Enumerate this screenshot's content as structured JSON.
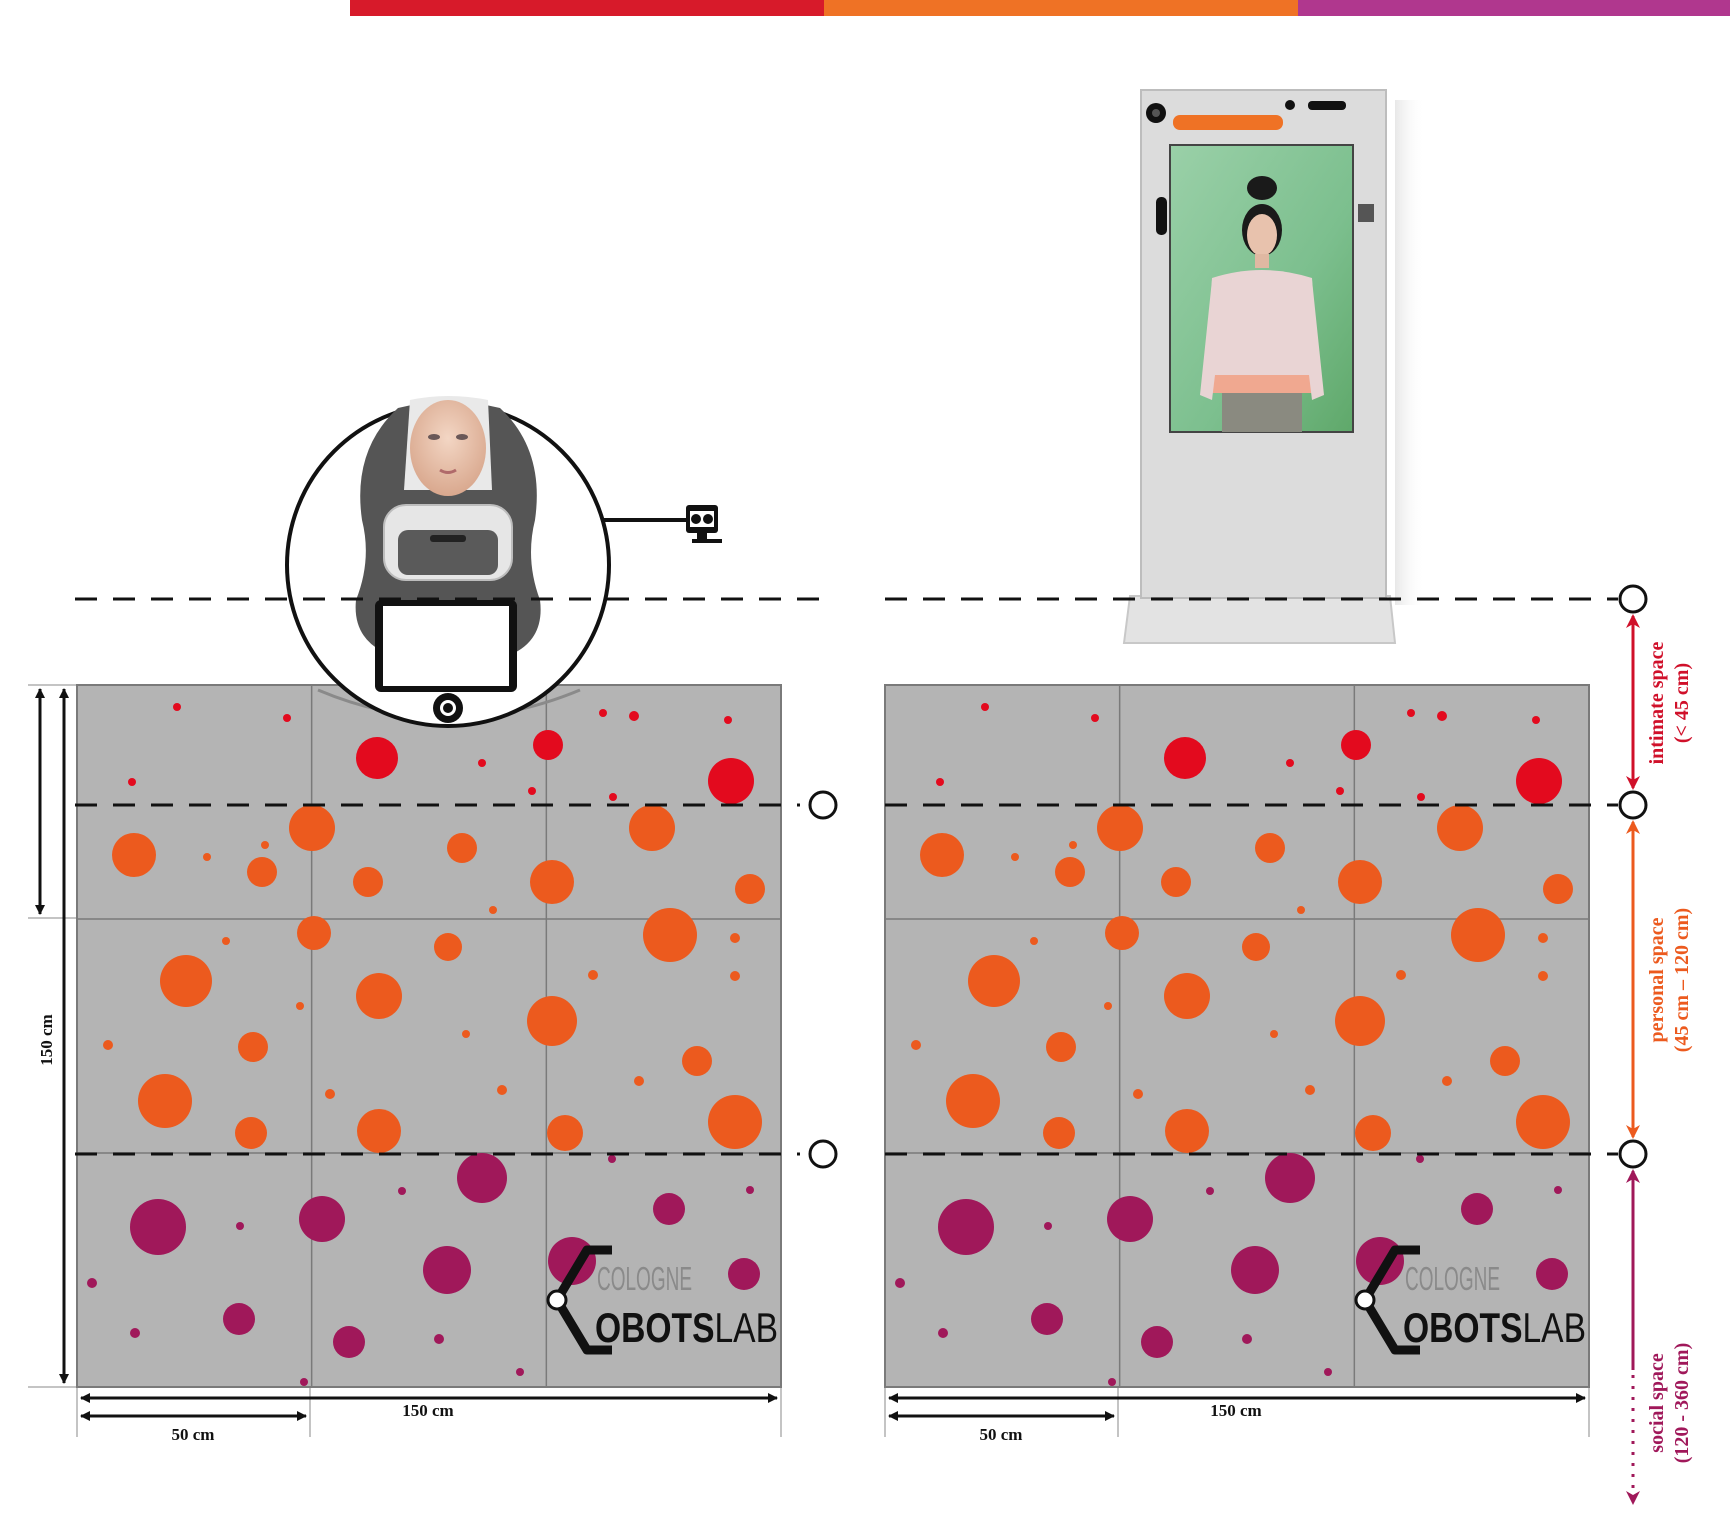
{
  "colors": {
    "intimate": "#e30a1e",
    "personal": "#ec5a1e",
    "social": "#a0185a",
    "floor": "#b4b4b4",
    "grid_line": "#7a7a7a",
    "bar_red": "#d71a2a",
    "bar_orange": "#ef7225",
    "bar_purple": "#b0378e"
  },
  "labels": {
    "height_150": "150 cm",
    "width_150": "150 cm",
    "width_50": "50 cm",
    "intimate_title": "intimate space",
    "intimate_range": "(< 45 cm)",
    "personal_title": "personal space",
    "personal_range": "(45 cm – 120 cm)",
    "social_title": "social space",
    "social_range": "(120 - 360 cm)"
  },
  "logo": {
    "line1": "COLOGNE",
    "line2_bold": "OBOTS",
    "line2_light": "LAB"
  },
  "icons": {
    "robot": "furhat-robot-icon",
    "camera": "action-camera-icon",
    "kiosk": "digital-human-kiosk-icon"
  }
}
